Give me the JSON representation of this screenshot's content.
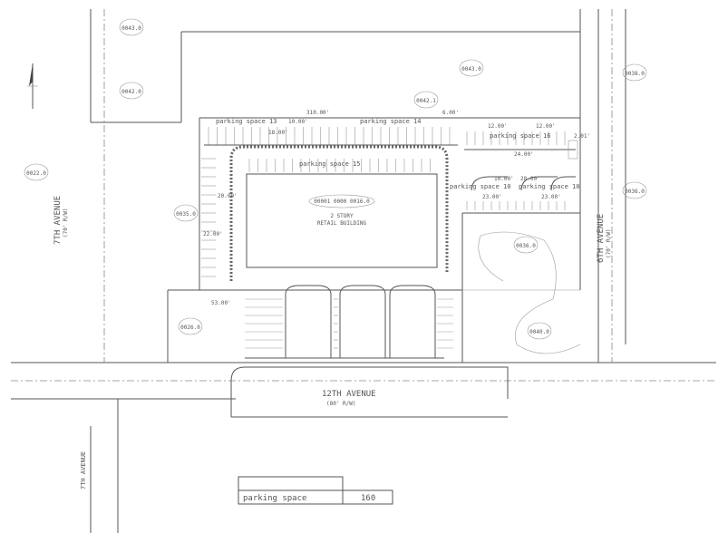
{
  "streets": {
    "west": "7TH AVENUE",
    "west_sub": "(70' R/W)",
    "east": "6TH AVENUE",
    "east_sub": "(70' R/W)",
    "south": "12TH AVENUE",
    "south_sub": "(80' R/W)",
    "southwest": "7TH AVENUE"
  },
  "parking_labels": {
    "p13": "parking space 13",
    "p14": "parking space 14",
    "p15": "parking space 15",
    "p16": "parking space 16",
    "p10a": "parking space 10",
    "p10b": "parking space 10"
  },
  "dimensions": {
    "d1": "10.00'",
    "d2": "18.00'",
    "d3": "12.00'",
    "d4": "12.00'",
    "d5": "24.00'",
    "d6": "23.00'",
    "d7": "23.00'",
    "d8": "10.00'",
    "d9": "28.00'",
    "d10": "20.00'",
    "d11": "22.00'",
    "d12": "2.01'",
    "d13": "6.00'",
    "d14": "310.00'",
    "d15": "53.00'"
  },
  "building": {
    "parcel": "00001\n0000\n0016.0",
    "label1": "2 STORY",
    "label2": "RETAIL BUILDING"
  },
  "parcels": [
    "0043.0",
    "0042.0",
    "0022.0",
    "0035.0",
    "0042.1",
    "0043.0",
    "0036.0",
    "0036.0",
    "0026.0",
    "0040.0",
    "0038.0"
  ],
  "summary_table": {
    "header": "",
    "label": "parking space",
    "value": "160"
  }
}
